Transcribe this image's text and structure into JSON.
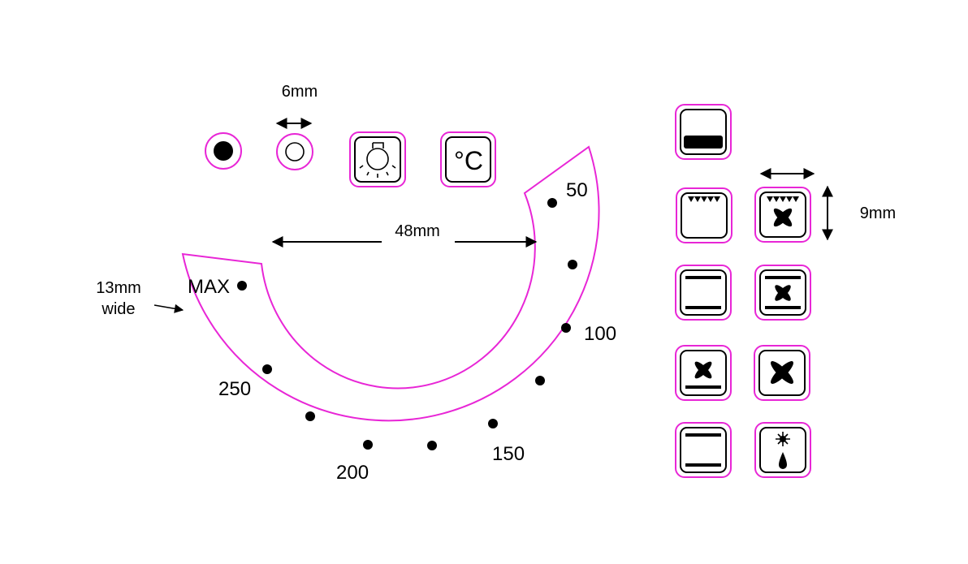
{
  "dimensions": {
    "hole_spacing": "6mm",
    "dial_width": "48mm",
    "band_width_line1": "13mm",
    "band_width_line2": "wide",
    "icon_size": "9mm"
  },
  "dial": {
    "labels": [
      "MAX",
      "250",
      "200",
      "150",
      "100",
      "50"
    ],
    "celsius_symbol": "°C"
  },
  "colors": {
    "outline": "#e826d6",
    "ink": "#000000"
  },
  "icons": [
    "filled-indicator-icon",
    "hollow-indicator-icon",
    "oven-lamp-icon",
    "celsius-icon",
    "top-grill-icon",
    "grill-element-icon",
    "fan-grill-icon",
    "top-bottom-heat-icon",
    "fan-top-bottom-heat-icon",
    "fan-bottom-heat-icon",
    "fan-only-icon",
    "conventional-heat-icon",
    "defrost-icon"
  ]
}
